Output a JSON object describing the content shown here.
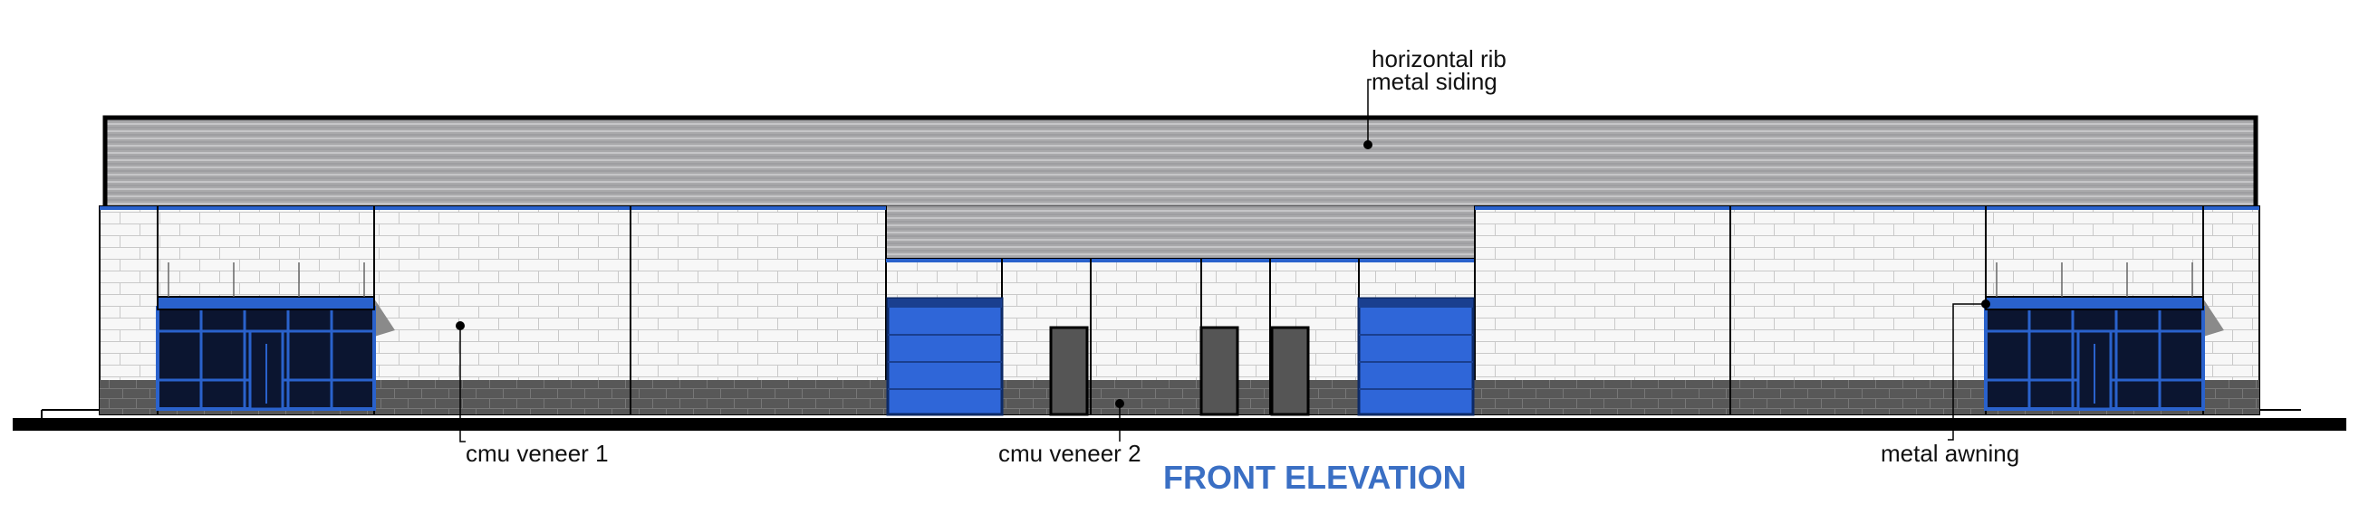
{
  "drawing": {
    "title": "FRONT ELEVATION",
    "title_color": "#3a6fc4"
  },
  "callouts": {
    "siding_line1": "horizontal rib",
    "siding_line2": "metal siding",
    "cmu1": "cmu veneer 1",
    "cmu2": "cmu veneer 2",
    "awning": "metal awning"
  },
  "colors": {
    "siding": "#a9a9ab",
    "siding_rib": "#d2d2d4",
    "brick_face": "#f7f7f7",
    "brick_joint": "#c9c9c9",
    "base_block": "#585858",
    "trim_blue": "#2a62cc",
    "overhead_door": "#2f66d8",
    "glass": "#0b1530",
    "man_door": "#555555",
    "outline": "#000000"
  },
  "icons": {
    "section_marker": "callout-dot-icon"
  }
}
